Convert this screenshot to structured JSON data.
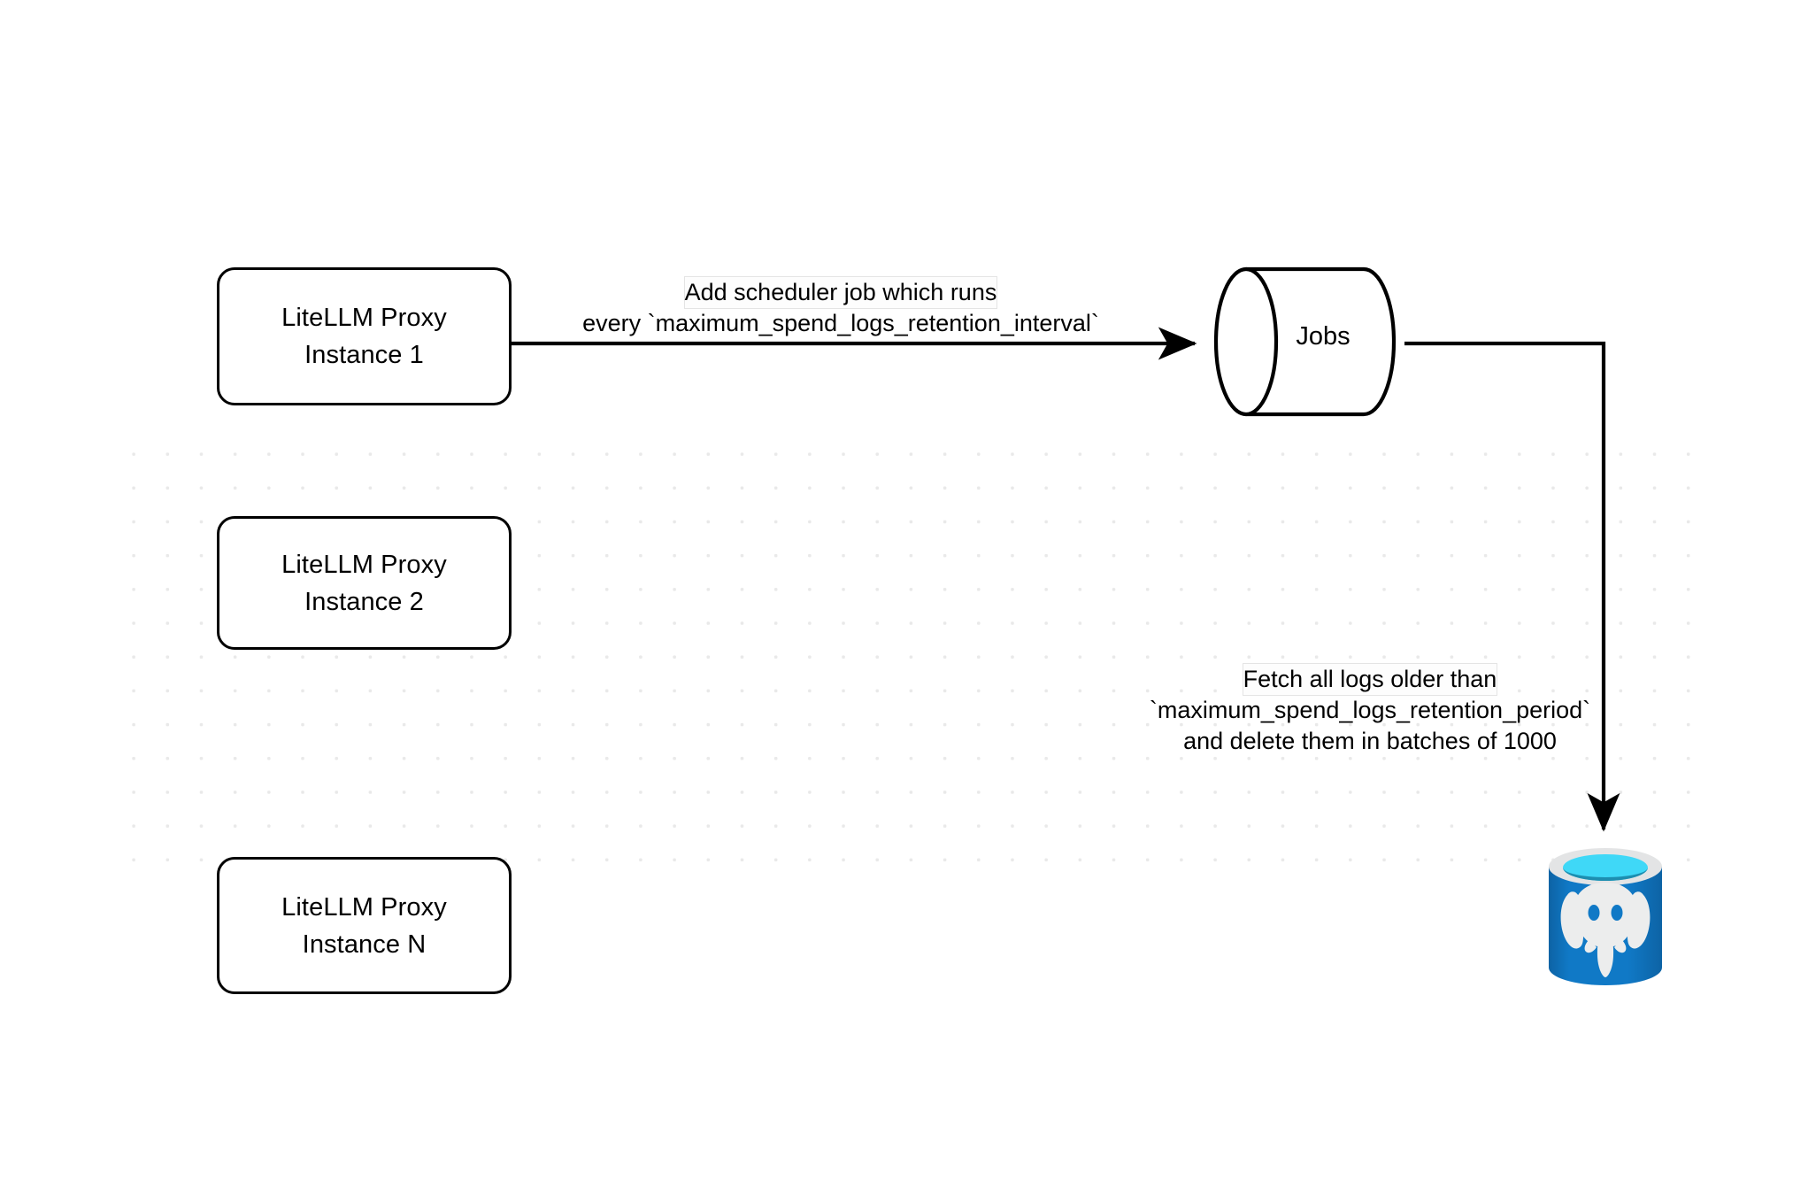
{
  "diagram": {
    "title": "LiteLLM spend logs retention scheduler flow",
    "background_color": "#ffffff",
    "grid_dot_color": "#e9e9e9",
    "stroke_color": "#000000"
  },
  "nodes": {
    "instance_1": {
      "name": "LiteLLM Proxy Instance 1",
      "line1": "LiteLLM Proxy",
      "line2": "Instance 1",
      "shape": "rounded-rectangle"
    },
    "instance_2": {
      "name": "LiteLLM Proxy Instance 2",
      "line1": "LiteLLM Proxy",
      "line2": "Instance 2",
      "shape": "rounded-rectangle"
    },
    "instance_n": {
      "name": "LiteLLM Proxy Instance N",
      "line1": "LiteLLM Proxy",
      "line2": "Instance N",
      "shape": "rounded-rectangle"
    },
    "jobs": {
      "label": "Jobs",
      "shape": "cylinder-horizontal"
    },
    "database": {
      "icon": "postgresql-database-icon",
      "colors": {
        "body": "#1079c6",
        "body_dark": "#0d63a5",
        "rim": "#e3e4e5",
        "liquid_top": "#3fd8f7",
        "liquid_shadow": "#1d8eb0",
        "elephant": "#eceded"
      }
    }
  },
  "edges": {
    "scheduler": {
      "from": "instance_1",
      "to": "jobs",
      "line1": "Add scheduler job which runs",
      "line2": "every `maximum_spend_logs_retention_interval`",
      "arrowhead": "filled-triangle"
    },
    "fetch_delete": {
      "from": "jobs",
      "to": "database",
      "line1": "Fetch all logs older than",
      "line2": "`maximum_spend_logs_retention_period`",
      "line3": "and delete them in batches of 1000",
      "arrowhead": "filled-triangle"
    }
  }
}
